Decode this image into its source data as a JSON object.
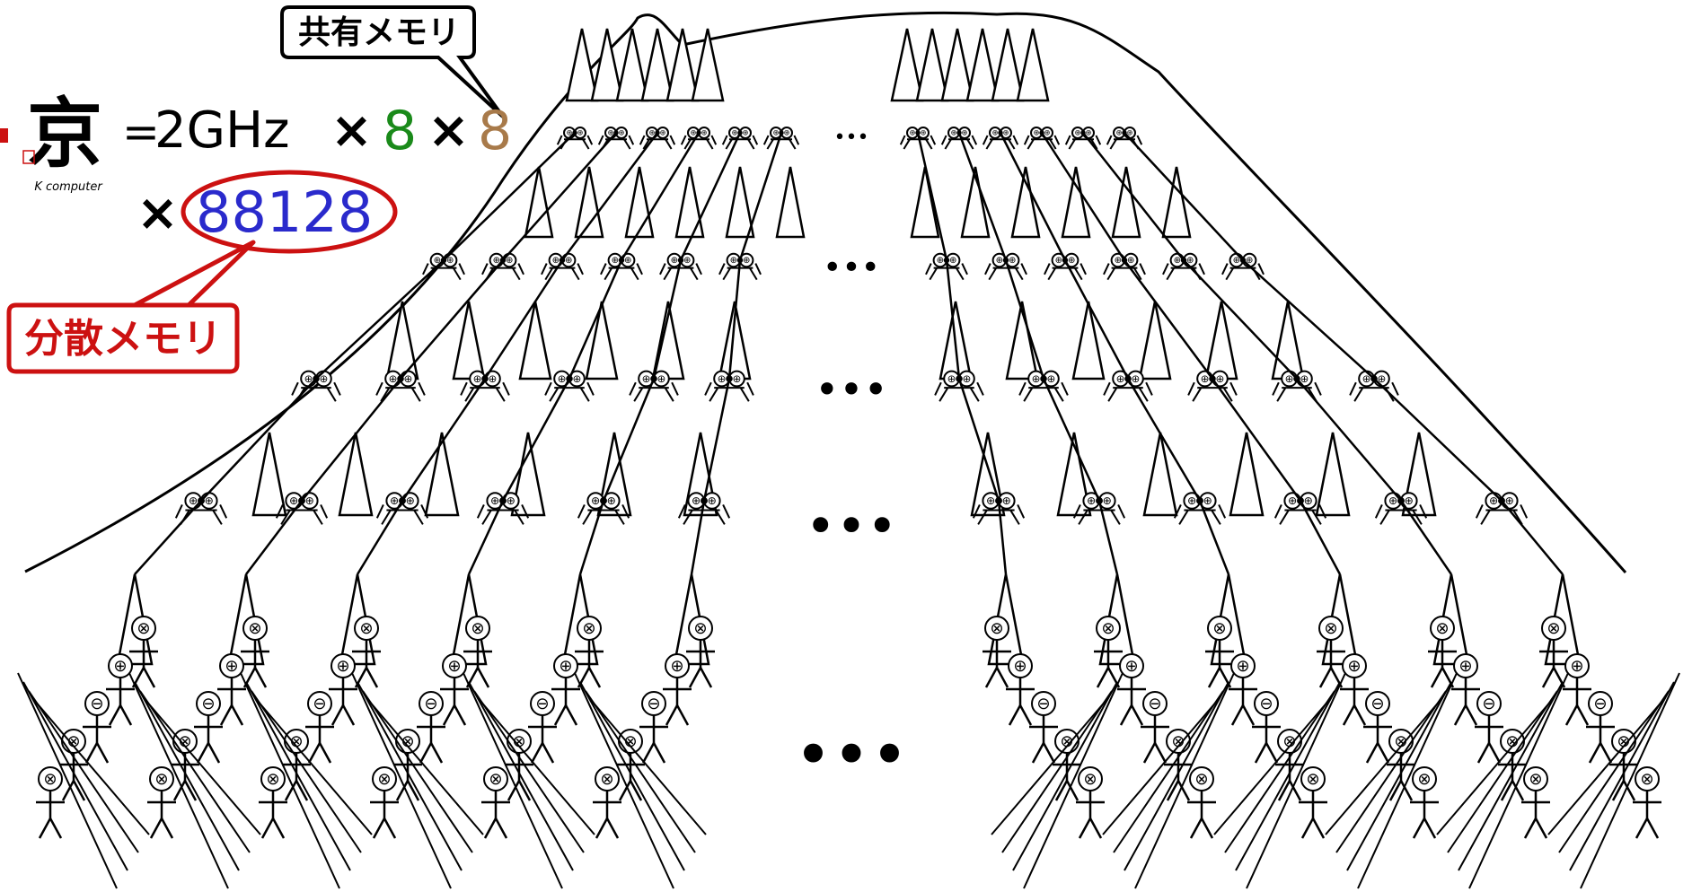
{
  "callouts": {
    "shared_memory": "共有メモリ",
    "distributed_memory": "分散メモリ"
  },
  "logo": {
    "kanji": "京",
    "caption": "K computer"
  },
  "formula": {
    "equals": "=",
    "clock": "2GHz",
    "times": "×",
    "factor_a": "8",
    "factor_b": "8",
    "factor_c": "88128"
  },
  "ellipsis": "•••",
  "colors": {
    "factor_a": "#1a8a1a",
    "factor_b": "#a87a4a",
    "factor_c": "#2a2acc",
    "highlight_ring": "#cc1111",
    "bullet": "#cc1111",
    "ink": "#000000"
  },
  "operators": {
    "multiply": "⊗",
    "add": "⊕",
    "subtract": "⊖"
  }
}
